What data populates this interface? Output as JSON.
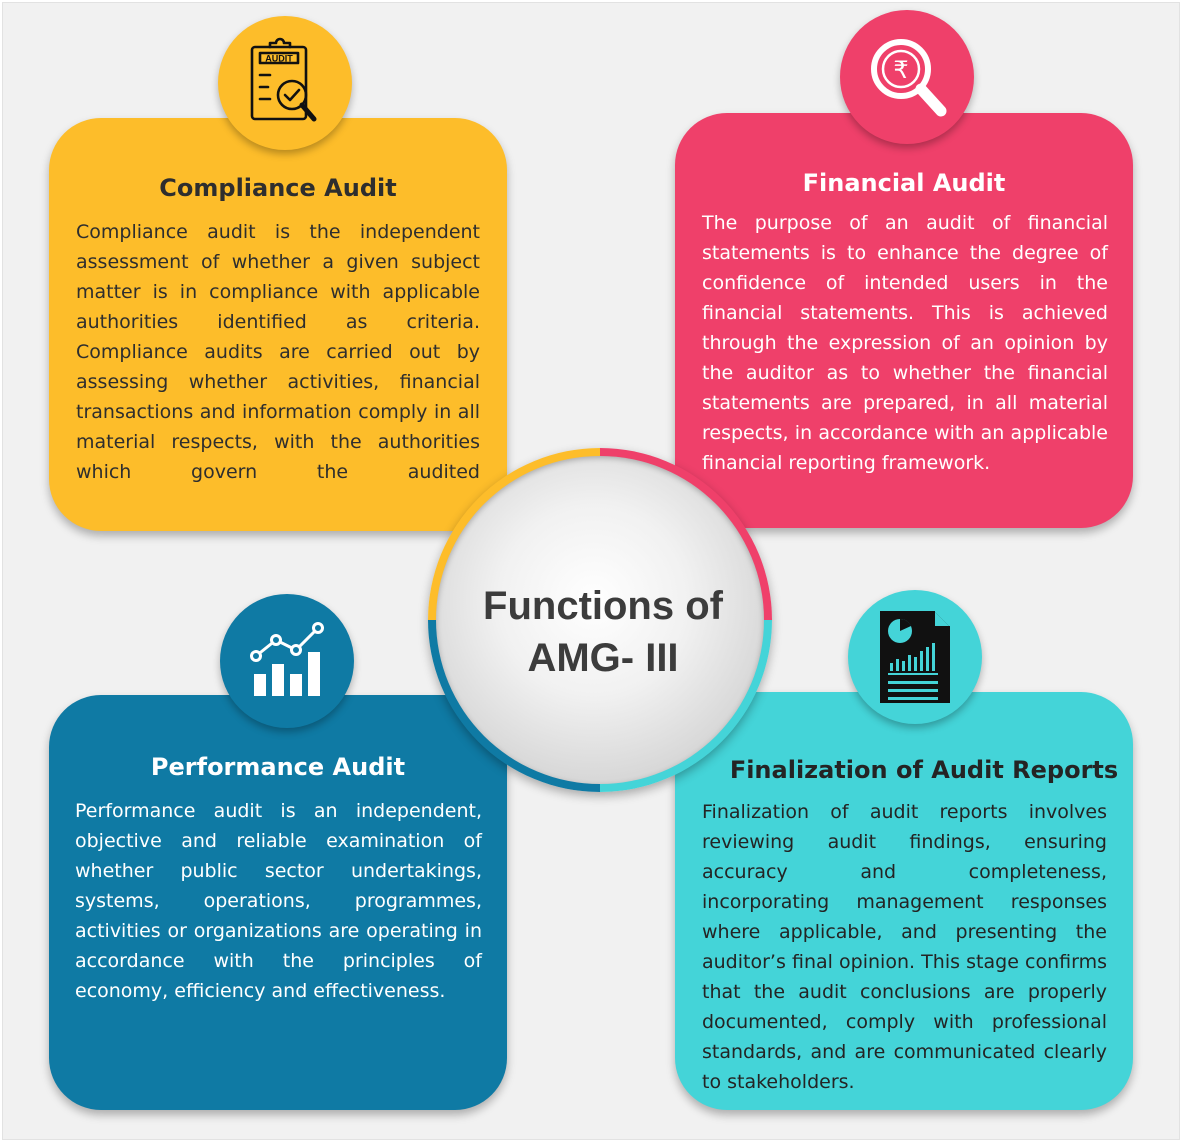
{
  "center": {
    "line1": "Functions of",
    "line2": "AMG- III"
  },
  "cards": [
    {
      "id": "compliance",
      "title": "Compliance Audit",
      "body": "Compliance audit is the independent assessment of whether a given subject matter is in compliance with applicable authorities identified as criteria. Compliance audits are carried out by assessing whether activities, financial transactions and information comply in all material respects, with the authorities which govern the audited",
      "icon": "audit-clipboard-icon",
      "icon_label": "AUDIT",
      "color": "#fdbd2a"
    },
    {
      "id": "financial",
      "title": "Financial Audit",
      "body": "The purpose of an audit of financial statements is to enhance the degree of confidence of intended users in the financial statements. This is achieved through the expression of an opinion by the auditor as to whether the financial statements are prepared, in all material respects, in accordance with an applicable financial reporting framework.",
      "icon": "rupee-magnifier-icon",
      "icon_label": "₹",
      "color": "#ef406a"
    },
    {
      "id": "performance",
      "title": "Performance Audit",
      "body": "Performance audit is an independent, objective and reliable examination of whether public sector undertakings, systems, operations, programmes, activities or organizations are operating in accordance with the principles of economy, efficiency and effectiveness.",
      "icon": "bar-chart-trend-icon",
      "color": "#0f7aa4"
    },
    {
      "id": "finalization",
      "title": "Finalization of Audit Reports",
      "body": "Finalization of audit reports involves reviewing audit findings, ensuring accuracy and completeness, incorporating management responses where applicable, and presenting the auditor’s final opinion. This stage confirms that the audit conclusions are properly documented, comply with professional standards, and are communicated clearly to stakeholders.",
      "icon": "report-document-icon",
      "color": "#44d4d8"
    }
  ]
}
